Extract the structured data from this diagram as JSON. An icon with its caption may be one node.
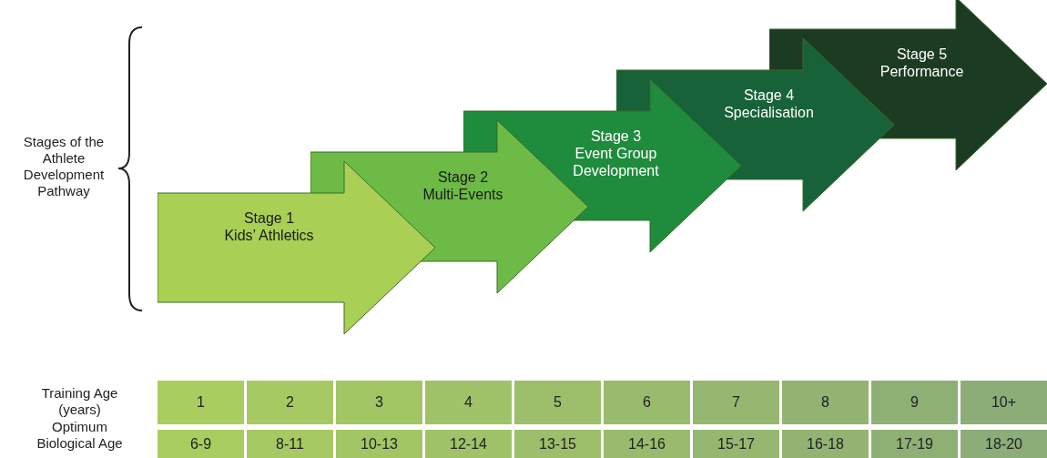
{
  "diagram": {
    "nodes": [
      {
        "text": [
          "Stage 1",
          "Kids’ Athletics"
        ]
      },
      {
        "text": [
          "Stage 2",
          "Multi-Events"
        ]
      },
      {
        "text": [
          "Stage 3",
          "Event Group Development"
        ]
      },
      {
        "text": [
          "Stage 4",
          "Specialisation"
        ]
      },
      {
        "text": [
          "Stage 5",
          "Performance"
        ]
      }
    ],
    "labels": [
      "Stages of the Athlete Development Pathway",
      "Training Age (years)",
      "1",
      "2",
      "3",
      "4",
      "5",
      "6",
      "7",
      "8",
      "9",
      "10+",
      "Optimum Biological Age",
      "6-9",
      "8-11",
      "10-13",
      "12-14",
      "13-15",
      "14-16",
      "15-17",
      "16-18",
      "17-19",
      "18-20"
    ]
  }
}
